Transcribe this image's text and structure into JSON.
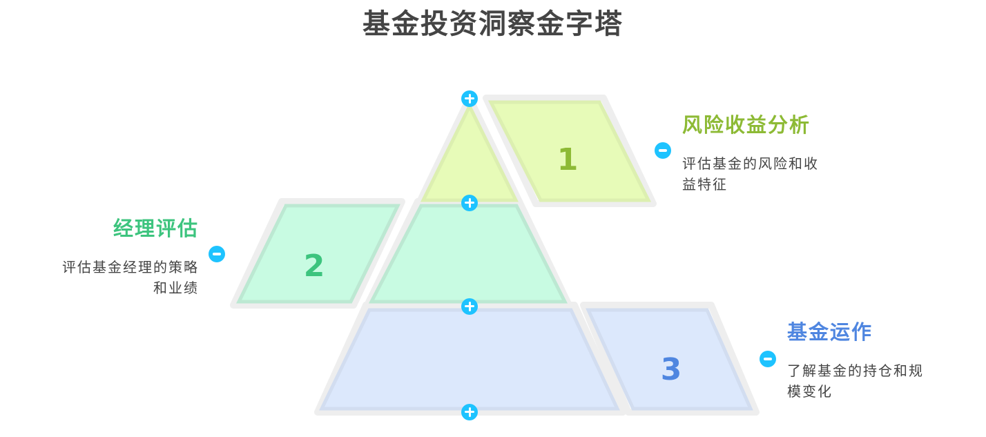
{
  "title": "基金投资洞察金字塔",
  "colors": {
    "level1_fill": "#e7fbb8",
    "level1_accent": "#8dba35",
    "level2_fill": "#c8fbe2",
    "level2_accent": "#3dc47e",
    "level3_fill": "#dce8fc",
    "level3_accent": "#4f86e0",
    "icon": "#1ec3ff"
  },
  "levels": [
    {
      "number": "1",
      "title": "风险收益分析",
      "desc_line1": "评估基金的风险和收",
      "desc_line2": "益特征"
    },
    {
      "number": "2",
      "title": "经理评估",
      "desc_line1": "评估基金经理的策略",
      "desc_line2": "和业绩"
    },
    {
      "number": "3",
      "title": "基金运作",
      "desc_line1": "了解基金的持仓和规",
      "desc_line2": "模变化"
    }
  ],
  "icons": {
    "expand": "plus-circle-icon",
    "collapse": "minus-circle-icon"
  }
}
